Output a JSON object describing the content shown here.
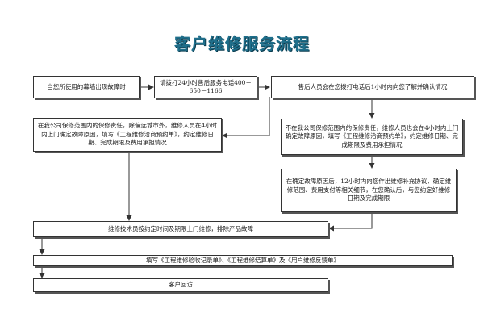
{
  "title": "客户维修服务流程",
  "steps": {
    "s1": "当您所使用的幕墙出现故障时",
    "s2": "请拨打24小时售后服务电话400－650－1166",
    "s3": "售后人员会在您拨打电话后1小时内向您了解并确认情况",
    "s4": "在我公司保修范围内的保修责任，除偏远城市外，维修人员在4小时内上门确定故障原因，填写《工程维修洽商预约单》，约定维修日期、完成期限及费用承担情况",
    "s5": "不在我公司保修范围内的保修责任，维修人员也会在4小时内上门确定故障原因，填写《工程维修洽商预约单》，约定维修日期、完成期限及费用承担情况",
    "s6": "在确定故障原因后，12小时内向您作出维修补充协议，确定维修范围、费用支付等相关细节，在您确认后，与您约定好维修日期及完成期限",
    "s7": "维修技术员按约定时间及期限上门维修，排除产品故障",
    "s8": "填写《工程维修验收记录单》、《工程维修结算单》及《用户维修反馈单》",
    "s9": "客户回访"
  }
}
